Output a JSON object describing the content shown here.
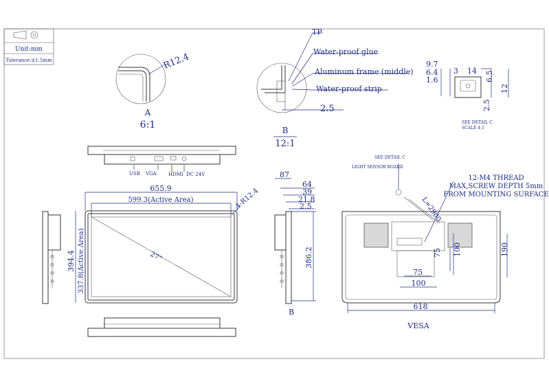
{
  "title_block": {
    "unit": "Unit:mm",
    "tolerance": "Tolerance:±1.5mm"
  },
  "detail_a": {
    "radius": "R12.4",
    "letter": "A",
    "scale": "6:1"
  },
  "detail_b": {
    "tp": "TP",
    "glue": "Water-proof glue",
    "frame": "Aluminum frame (middle)",
    "strip": "Water-proof strip",
    "dim": "2.5",
    "letter": "B",
    "scale": "12:1"
  },
  "detail_c": {
    "dims": [
      "9.7",
      "6.4",
      "1.6",
      "3",
      "14",
      "6.5",
      "12",
      "2.5"
    ],
    "caption": "SEE DETAIL C",
    "scale": "SCALE 4:1"
  },
  "top_view": {
    "ports": [
      "USB",
      "VGA",
      "HDMI",
      "DC 24V"
    ]
  },
  "front_view": {
    "width": "655.9",
    "active_width": "599.3(Active Area)",
    "corner": "4-R12.4",
    "diagonal": "27\"",
    "height": "394.4",
    "active_height": "337.8(Active Area)"
  },
  "side_view": {
    "dims": [
      "87",
      "64",
      "39",
      "21.8",
      "2.5"
    ],
    "height": "386.2",
    "letter": "B"
  },
  "rear_view": {
    "detail_c": "SEE DETAIL C",
    "light_sensor": "LIGHT SENSOR BOARD",
    "thread": [
      "12-M4 THREAD",
      "MAX,SCREW DEPTH 5mm",
      "FROM MOUNTING SURFACE"
    ],
    "cable": "L=2900",
    "vesa_v": "75",
    "vesa_v2": "100",
    "vesa_h": "75",
    "vesa_h2": "100",
    "height": "190",
    "width": "618",
    "label": "VESA"
  }
}
